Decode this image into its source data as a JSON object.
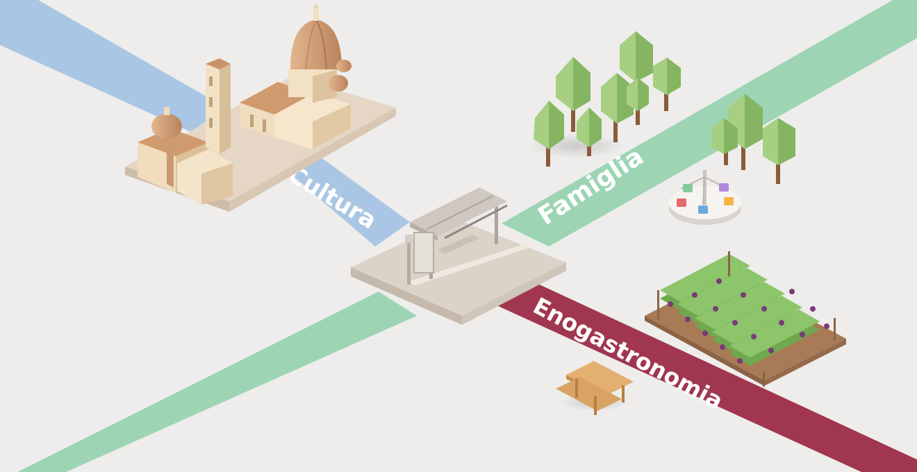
{
  "routes": [
    {
      "id": "cultura",
      "label": "Cultura",
      "color": "#a9c6e4"
    },
    {
      "id": "famiglia",
      "label": "Famiglia",
      "color": "#9dd5b4"
    },
    {
      "id": "enogastronomia",
      "label": "Enogastronomia",
      "color": "#a0364f"
    }
  ],
  "landmarks": [
    "cathedral-icon",
    "bus-stop-icon",
    "trees-icon",
    "carousel-icon",
    "vineyard-icon",
    "picnic-table-icon"
  ]
}
